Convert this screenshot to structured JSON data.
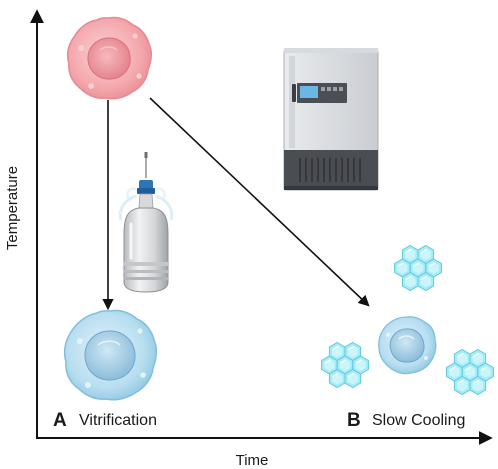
{
  "axes": {
    "x_label": "Time",
    "y_label": "Temperature"
  },
  "panels": {
    "a": {
      "letter": "A",
      "title": "Vitrification"
    },
    "b": {
      "letter": "B",
      "title": "Slow Cooling"
    }
  },
  "icons": {
    "initial_cell": "pink-cell-icon",
    "dewar": "liquid-nitrogen-dewar-icon",
    "freezer": "ultra-low-freezer-icon",
    "vitrified_cell": "vitrified-cell-icon",
    "slow_cooled_cell": "slow-cooled-cell-icon",
    "ice_crystals": "ice-crystal-icon"
  },
  "colors": {
    "cell_pink": "#f4a8ad",
    "cell_blue": "#a9d6ec",
    "ice_cyan": "#8fe3f2",
    "axis": "#111111"
  }
}
